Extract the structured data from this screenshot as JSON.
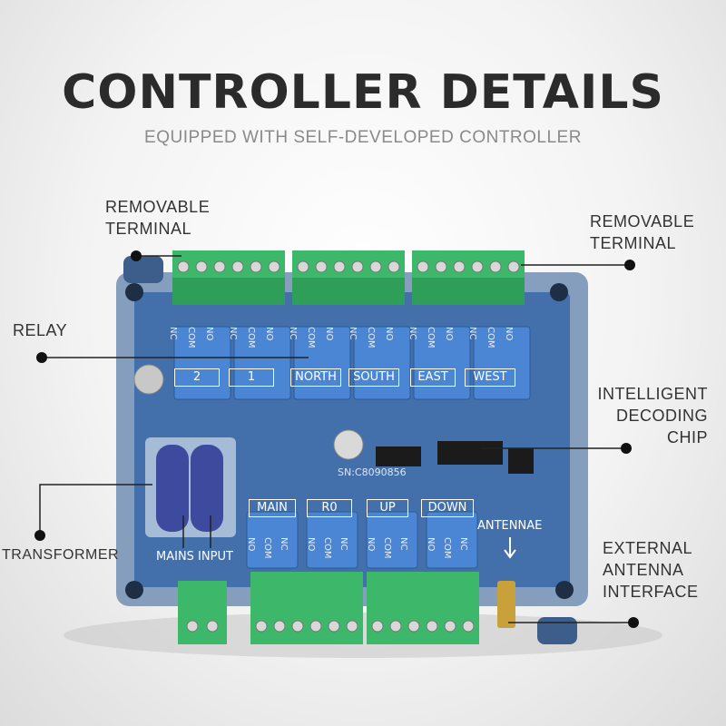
{
  "header": {
    "title": "CONTROLLER DETAILS",
    "subtitle": "EQUIPPED WITH SELF-DEVELOPED CONTROLLER"
  },
  "callouts": {
    "removable_terminal_left": [
      "REMOVABLE",
      "TERMINAL"
    ],
    "removable_terminal_right": [
      "REMOVABLE",
      "TERMINAL"
    ],
    "relay": "RELAY",
    "intelligent_chip": [
      "INTELLIGENT",
      "DECODING",
      "CHIP"
    ],
    "transformer": "TRANSFORMER",
    "external_antenna": [
      "EXTERNAL",
      "ANTENNA",
      "INTERFACE"
    ]
  },
  "board_labels": {
    "top_relays": [
      "2",
      "1",
      "NORTH",
      "SOUTH",
      "EAST",
      "WEST"
    ],
    "bottom_relays": [
      "MAIN",
      "R0",
      "UP",
      "DOWN"
    ],
    "mains_input": "MAINS INPUT",
    "antennae": "ANTENNAE",
    "serial": "SN:C8090856",
    "pin_top": [
      "NC",
      "COM",
      "NO",
      "NC",
      "COM",
      "NO",
      "NC",
      "COM",
      "NO",
      "NC",
      "COM",
      "NO",
      "NC",
      "COM",
      "NO",
      "NC",
      "COM",
      "NO"
    ],
    "pin_bottom": [
      "NO",
      "COM",
      "NC",
      "NO",
      "COM",
      "NC",
      "NO",
      "COM",
      "NC",
      "NO",
      "COM",
      "NC"
    ]
  },
  "colors": {
    "board": "#2f5f9e",
    "case": "#6f8fb5",
    "terminal": "#3db86a",
    "relay": "#4a86d4",
    "text_dark": "#2b2b2b"
  }
}
